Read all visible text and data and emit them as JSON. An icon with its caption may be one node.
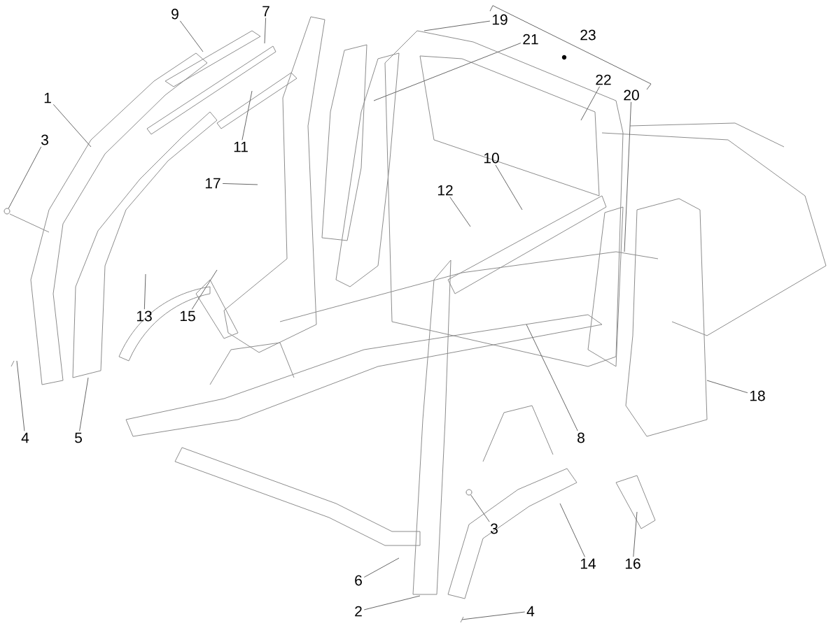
{
  "diagram": {
    "nodes": [
      {
        "text": [
          "9"
        ]
      },
      {
        "text": [
          "7"
        ]
      },
      {
        "text": [
          "19"
        ]
      },
      {
        "text": [
          "1"
        ]
      },
      {
        "text": [
          "21"
        ]
      },
      {
        "text": [
          "22"
        ]
      },
      {
        "text": [
          "20"
        ]
      },
      {
        "text": [
          "3"
        ]
      },
      {
        "text": [
          "11"
        ]
      },
      {
        "text": [
          "10"
        ]
      },
      {
        "text": [
          "17"
        ]
      },
      {
        "text": [
          "12"
        ]
      },
      {
        "text": [
          "13"
        ]
      },
      {
        "text": [
          "15"
        ]
      },
      {
        "text": [
          "18"
        ]
      },
      {
        "text": [
          "4"
        ]
      },
      {
        "text": [
          "5"
        ]
      },
      {
        "text": [
          "8"
        ]
      },
      {
        "text": [
          "3"
        ]
      },
      {
        "text": [
          "14"
        ]
      },
      {
        "text": [
          "16"
        ]
      },
      {
        "text": [
          "6"
        ]
      },
      {
        "text": [
          "2"
        ]
      },
      {
        "text": [
          "4"
        ]
      },
      {
        "text": [],
        "shape": "circle"
      },
      {
        "text": [],
        "shape": "circle"
      }
    ],
    "edges": [
      {
        "from": 0,
        "to": null,
        "arrow": "none"
      },
      {
        "from": 1,
        "to": null,
        "arrow": "none"
      },
      {
        "from": 2,
        "to": null,
        "arrow": "none"
      },
      {
        "from": 3,
        "to": null,
        "arrow": "none"
      },
      {
        "from": 4,
        "to": null,
        "arrow": "none"
      },
      {
        "from": 5,
        "to": null,
        "arrow": "none"
      },
      {
        "from": 6,
        "to": null,
        "arrow": "none"
      },
      {
        "from": 7,
        "to": 24,
        "arrow": "none"
      },
      {
        "from": 8,
        "to": null,
        "arrow": "none"
      },
      {
        "from": 9,
        "to": null,
        "arrow": "none"
      },
      {
        "from": 10,
        "to": null,
        "arrow": "none"
      },
      {
        "from": 11,
        "to": null,
        "arrow": "none"
      },
      {
        "from": 12,
        "to": null,
        "arrow": "none"
      },
      {
        "from": 13,
        "to": null,
        "arrow": "none"
      },
      {
        "from": 14,
        "to": null,
        "arrow": "none"
      },
      {
        "from": 15,
        "to": null,
        "arrow": "none"
      },
      {
        "from": 16,
        "to": null,
        "arrow": "none"
      },
      {
        "from": 17,
        "to": null,
        "arrow": "none"
      },
      {
        "from": 18,
        "to": 25,
        "arrow": "none"
      },
      {
        "from": 19,
        "to": null,
        "arrow": "none"
      },
      {
        "from": 20,
        "to": null,
        "arrow": "none"
      },
      {
        "from": 21,
        "to": null,
        "arrow": "none"
      },
      {
        "from": 22,
        "to": null,
        "arrow": "none"
      },
      {
        "from": 23,
        "to": null,
        "arrow": "none"
      }
    ],
    "labels": [
      "23"
    ]
  }
}
